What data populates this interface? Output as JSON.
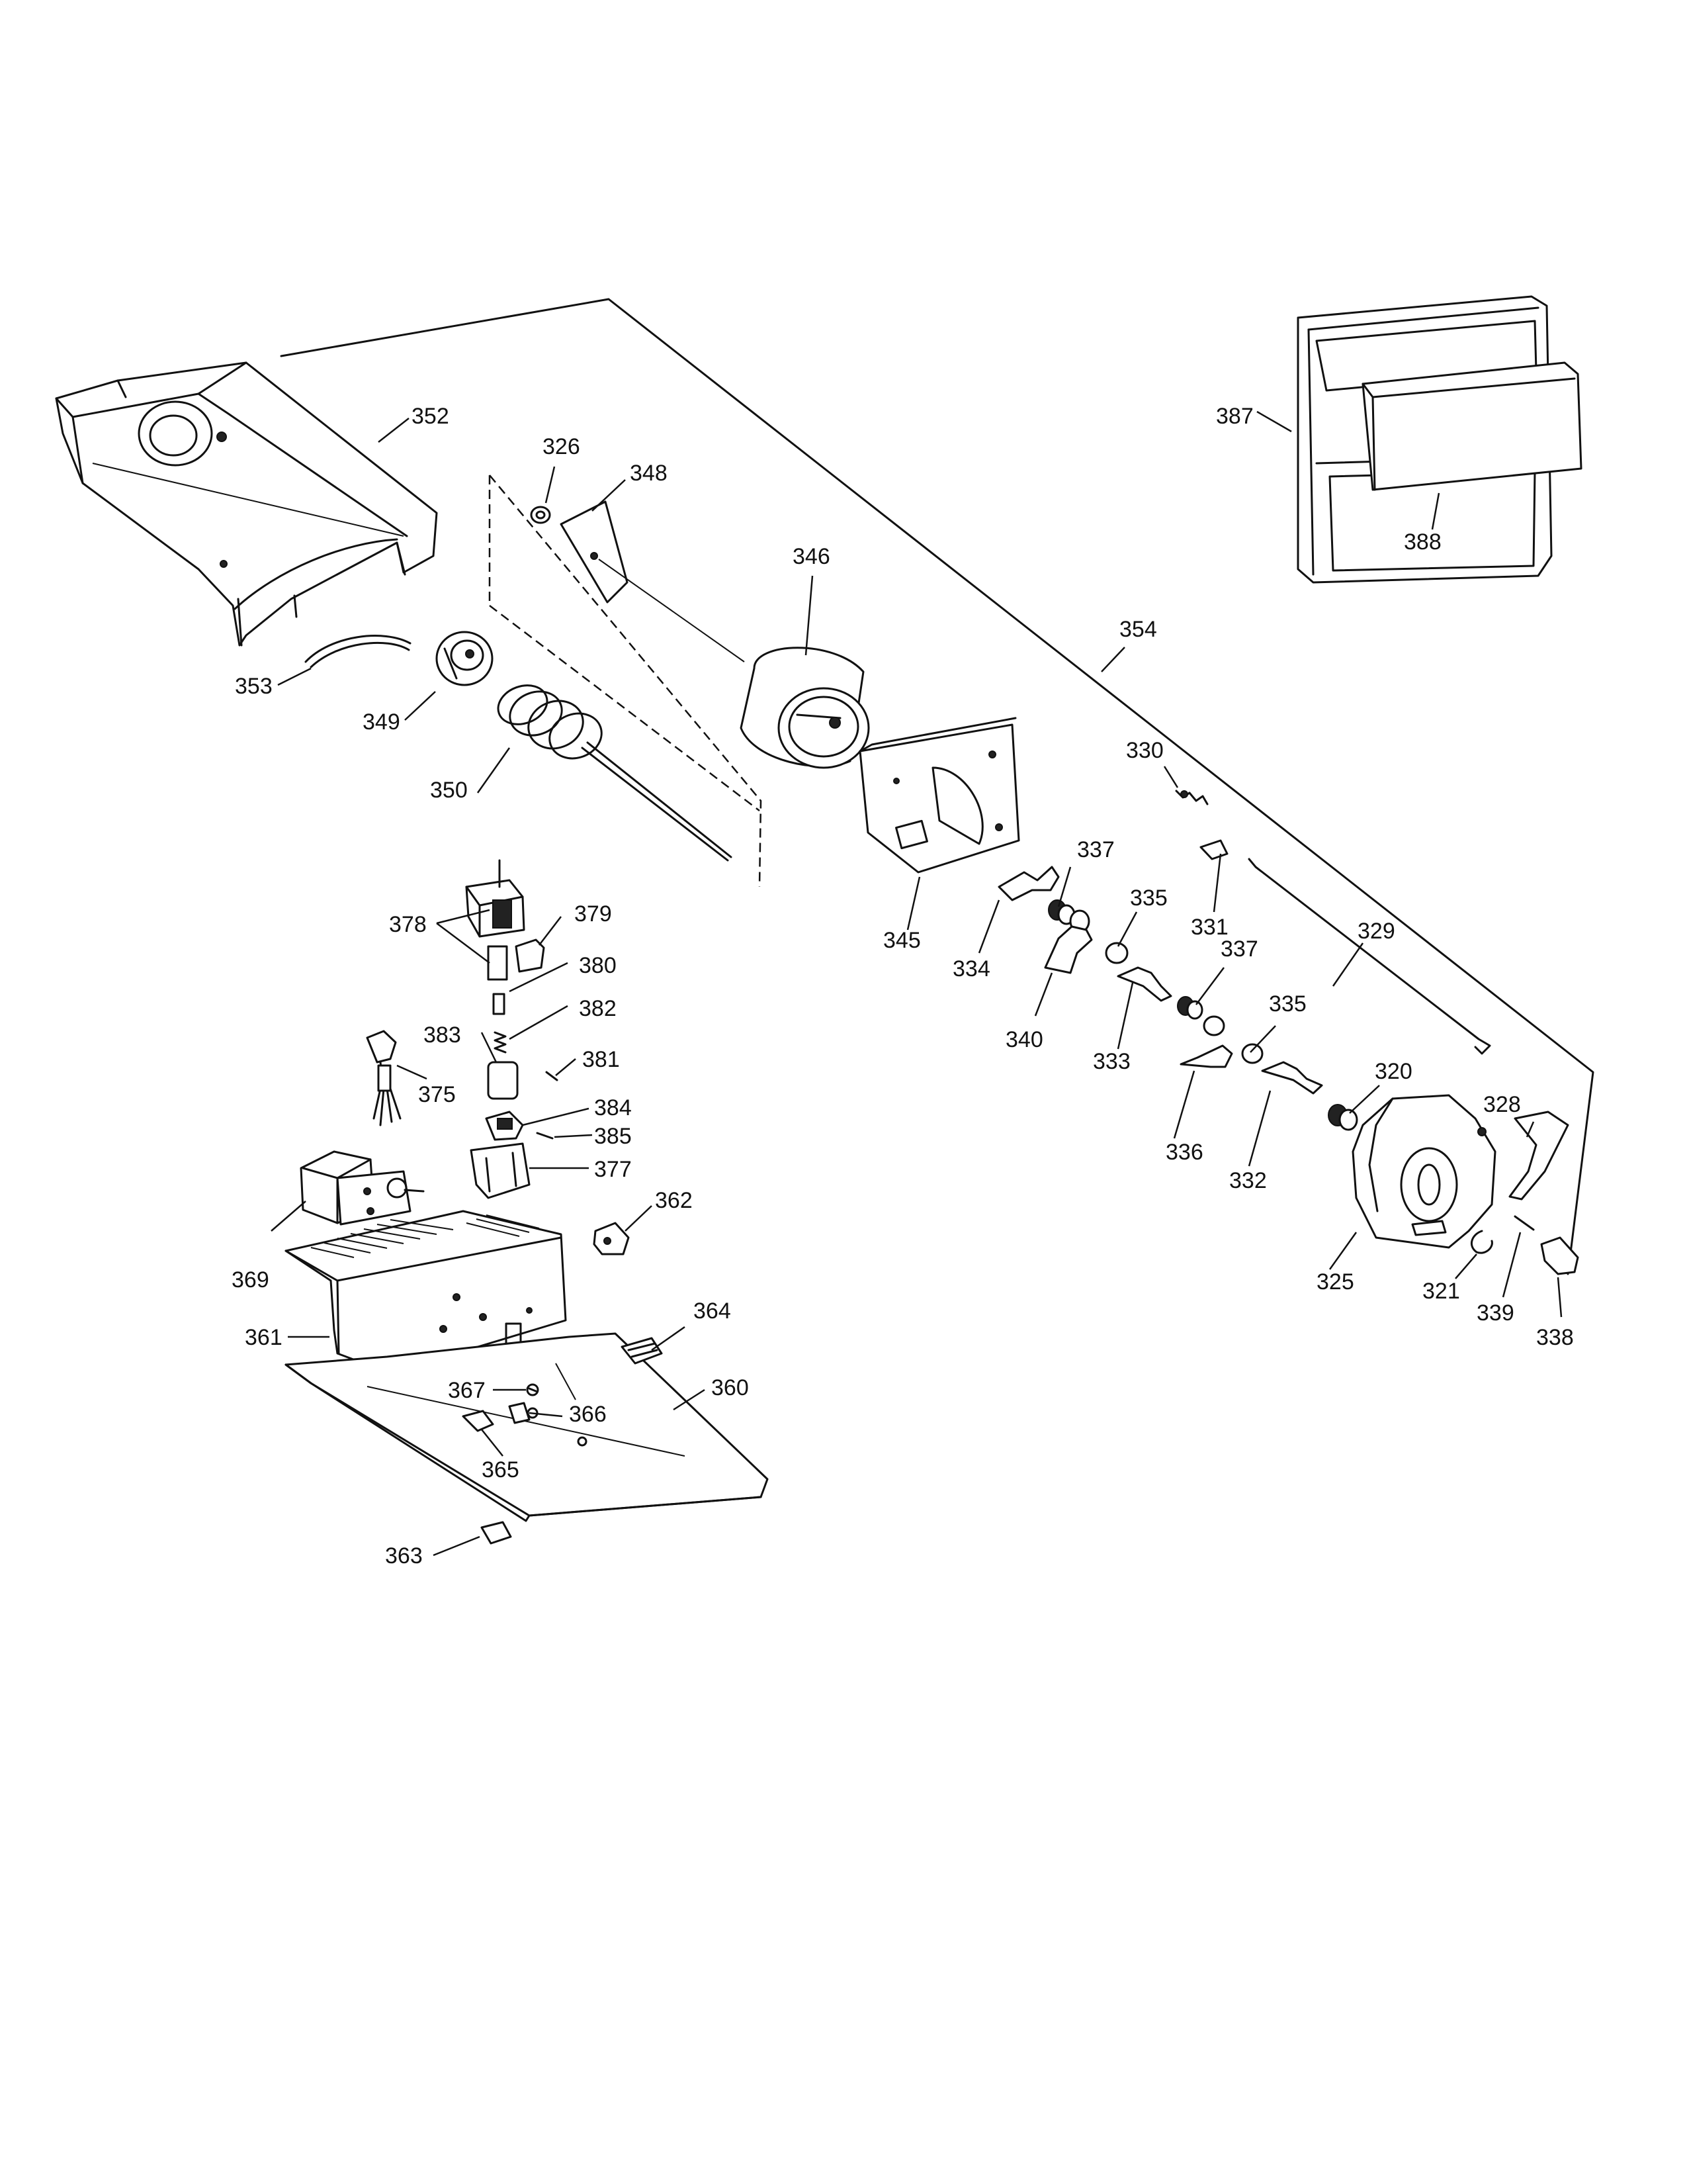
{
  "callouts": [
    {
      "id": "352",
      "label": "352"
    },
    {
      "id": "326",
      "label": "326"
    },
    {
      "id": "348",
      "label": "348"
    },
    {
      "id": "346",
      "label": "346"
    },
    {
      "id": "354",
      "label": "354"
    },
    {
      "id": "353",
      "label": "353"
    },
    {
      "id": "349",
      "label": "349"
    },
    {
      "id": "350",
      "label": "350"
    },
    {
      "id": "387",
      "label": "387"
    },
    {
      "id": "388",
      "label": "388"
    },
    {
      "id": "330",
      "label": "330"
    },
    {
      "id": "331",
      "label": "331"
    },
    {
      "id": "329",
      "label": "329"
    },
    {
      "id": "345",
      "label": "345"
    },
    {
      "id": "337a",
      "label": "337"
    },
    {
      "id": "334",
      "label": "334"
    },
    {
      "id": "335a",
      "label": "335"
    },
    {
      "id": "340",
      "label": "340"
    },
    {
      "id": "337b",
      "label": "337"
    },
    {
      "id": "333",
      "label": "333"
    },
    {
      "id": "335b",
      "label": "335"
    },
    {
      "id": "336",
      "label": "336"
    },
    {
      "id": "320",
      "label": "320"
    },
    {
      "id": "332",
      "label": "332"
    },
    {
      "id": "328",
      "label": "328"
    },
    {
      "id": "325",
      "label": "325"
    },
    {
      "id": "321",
      "label": "321"
    },
    {
      "id": "339",
      "label": "339"
    },
    {
      "id": "338",
      "label": "338"
    },
    {
      "id": "378",
      "label": "378"
    },
    {
      "id": "379",
      "label": "379"
    },
    {
      "id": "380",
      "label": "380"
    },
    {
      "id": "382",
      "label": "382"
    },
    {
      "id": "383",
      "label": "383"
    },
    {
      "id": "381",
      "label": "381"
    },
    {
      "id": "375",
      "label": "375"
    },
    {
      "id": "384",
      "label": "384"
    },
    {
      "id": "385",
      "label": "385"
    },
    {
      "id": "377",
      "label": "377"
    },
    {
      "id": "362",
      "label": "362"
    },
    {
      "id": "369",
      "label": "369"
    },
    {
      "id": "364",
      "label": "364"
    },
    {
      "id": "361",
      "label": "361"
    },
    {
      "id": "360",
      "label": "360"
    },
    {
      "id": "367",
      "label": "367"
    },
    {
      "id": "366",
      "label": "366"
    },
    {
      "id": "365",
      "label": "365"
    },
    {
      "id": "363",
      "label": "363"
    }
  ]
}
